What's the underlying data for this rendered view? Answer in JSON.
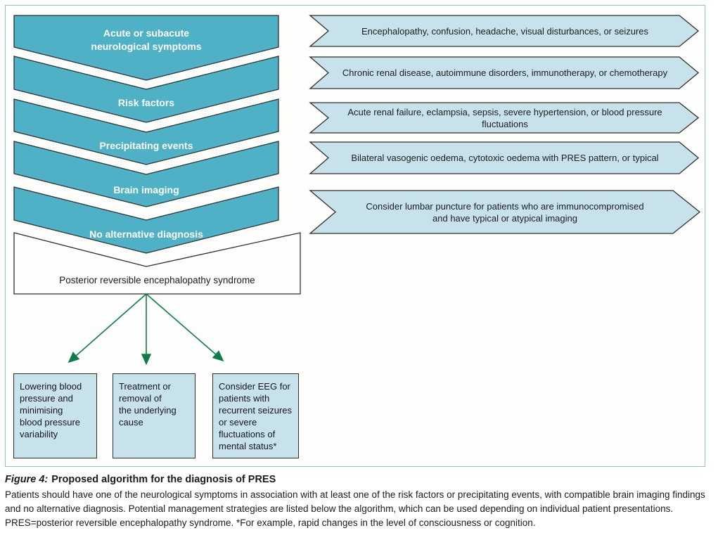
{
  "colors": {
    "teal": "#4fb1c5",
    "light-blue": "#c7e2eb",
    "outline": "#2e2e2e",
    "panel-border": "#8cc6b8",
    "arrow-green": "#0e7b4b",
    "text-dark": "#1b1b1b",
    "step-text": "#ffffff"
  },
  "diagram": {
    "steps": [
      {
        "label": "Acute or subacute\nneurological symptoms"
      },
      {
        "label": "Risk factors"
      },
      {
        "label": "Precipitating events"
      },
      {
        "label": "Brain imaging"
      },
      {
        "label": "No alternative diagnosis"
      }
    ],
    "details": [
      {
        "label": "Encephalopathy, confusion, headache, visual disturbances, or seizures"
      },
      {
        "label": "Chronic renal disease, autoimmune disorders, immunotherapy, or chemotherapy"
      },
      {
        "label": "Acute renal failure, eclampsia, sepsis, severe hypertension, or blood pressure fluctuations"
      },
      {
        "label": "Bilateral vasogenic oedema, cytotoxic oedema with PRES pattern, or typical"
      },
      {
        "label": "Consider lumbar puncture for patients who are immunocompromised\nand have typical or atypical imaging"
      }
    ],
    "outcome": "Posterior reversible encephalopathy syndrome",
    "management": [
      "Lowering blood\npressure and\nminimising\nblood pressure\nvariability",
      "Treatment or\nremoval of\nthe underlying\ncause",
      "Consider EEG for\npatients with\nrecurrent seizures\nor severe\nfluctuations of\nmental status*"
    ]
  },
  "caption": {
    "figure_label": "Figure 4:",
    "title": "Proposed algorithm for the diagnosis of PRES",
    "body": "Patients should have one of the neurological symptoms in association with at least one of the risk factors or precipitating events, with compatible brain imaging findings and no alternative diagnosis. Potential management strategies are listed below the algorithm, which can be used depending on individual patient presentations. PRES=posterior reversible encephalopathy syndrome. *For example, rapid changes in the level of consciousness or cognition."
  }
}
